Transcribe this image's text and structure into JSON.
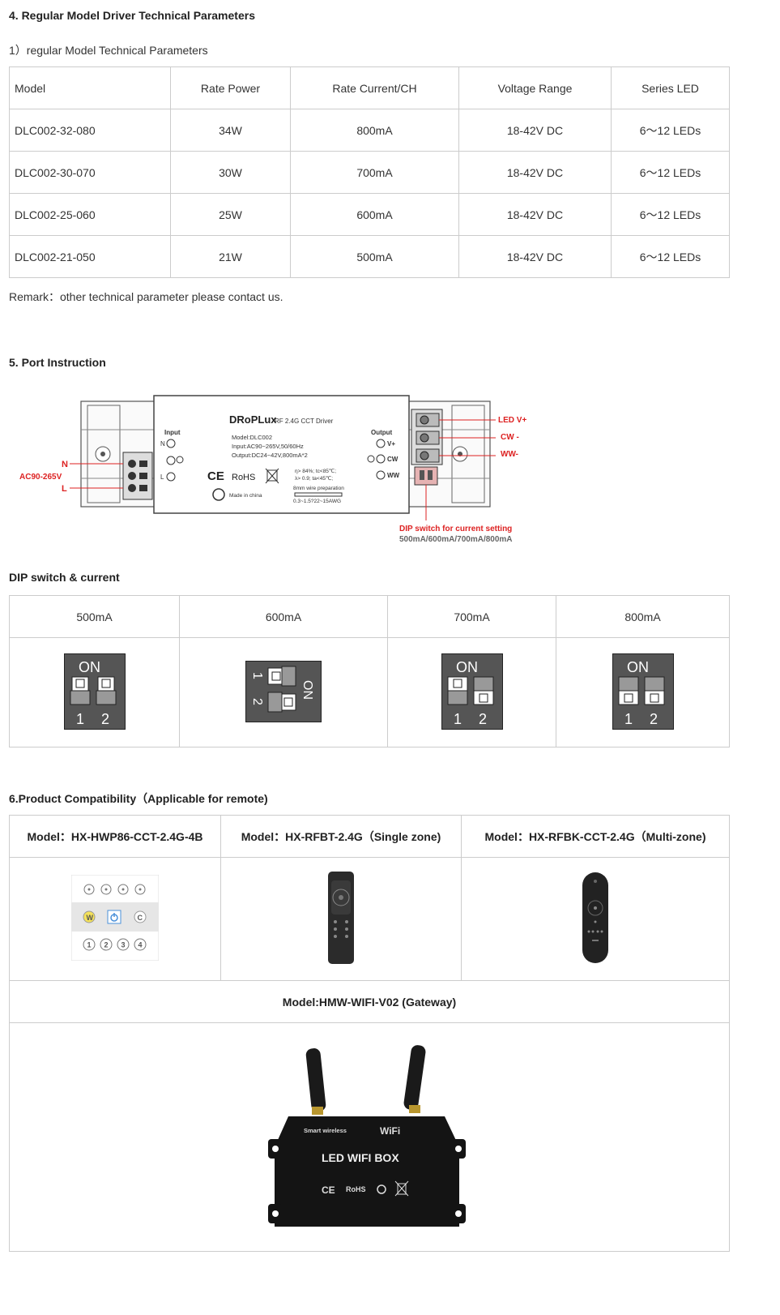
{
  "section4": {
    "title": "4. Regular Model Driver Technical Parameters",
    "subtitle": "1）regular Model Technical Parameters",
    "table": {
      "headers": [
        "Model",
        "Rate Power",
        "Rate Current/CH",
        "Voltage Range",
        "Series LED"
      ],
      "rows": [
        [
          "DLC002-32-080",
          "34W",
          "800mA",
          "18-42V DC",
          "6～12 LEDs"
        ],
        [
          "DLC002-30-070",
          "30W",
          "700mA",
          "18-42V DC",
          "6～12 LEDs"
        ],
        [
          "DLC002-25-060",
          "25W",
          "600mA",
          "18-42V DC",
          "6～12 LEDs"
        ],
        [
          "DLC002-21-050",
          "21W",
          "500mA",
          "18-42V DC",
          "6～12 LEDs"
        ]
      ]
    },
    "remark": "Remark：other technical parameter please contact us."
  },
  "section5": {
    "title": "5. Port Instruction",
    "diagram": {
      "brand": "DRoPLux",
      "product": "RF 2.4G CCT Driver",
      "model_line": "Model:DLC002",
      "input_line": "Input:AC90~265V,50/60Hz",
      "output_line": "Output:DC24~42V,800mA*2",
      "input_label": "Input",
      "output_label": "Output",
      "n_label": "N",
      "l_label": "L",
      "vplus_label": "V+",
      "cw_label": "CW",
      "ww_label": "WW",
      "ce": "CE",
      "rohs": "RoHS",
      "made_in": "Made in china",
      "spec1": "η> 84%;  tc<85℃;",
      "spec2": "λ> 0.9;    ta<45℃;",
      "wire_prep": "8mm wire preparation",
      "awg": "0.3~1.5?22~15AWG",
      "callout_n": "N",
      "callout_ac": "AC90-265V",
      "callout_l": "L",
      "callout_led": "LED V+",
      "callout_cw": "CW -",
      "callout_ww": "WW-",
      "callout_dip": "DIP switch for current setting",
      "callout_dip_values": "500mA/600mA/700mA/800mA"
    }
  },
  "dip": {
    "title": "DIP switch & current",
    "currents": [
      "500mA",
      "600mA",
      "700mA",
      "800mA"
    ],
    "on_label": "ON",
    "num1": "1",
    "num2": "2"
  },
  "section6": {
    "title": "6.Product Compatibility（Applicable for remote)",
    "models": [
      "Model：HX-HWP86-CCT-2.4G-4B",
      "Model：HX-RFBT-2.4G（Single zone)",
      "Model：HX-RFBK-CCT-2.4G（Multi-zone)"
    ],
    "panel_w": "W",
    "panel_c": "C",
    "panel_nums": [
      "1",
      "2",
      "3",
      "4"
    ],
    "gateway_model": "Model:HMW-WIFI-V02 (Gateway)",
    "gateway": {
      "brand": "Smart wireless",
      "wifi": "WiFi",
      "label": "LED WIFI BOX",
      "ce": "CE",
      "rohs": "RoHS"
    }
  }
}
